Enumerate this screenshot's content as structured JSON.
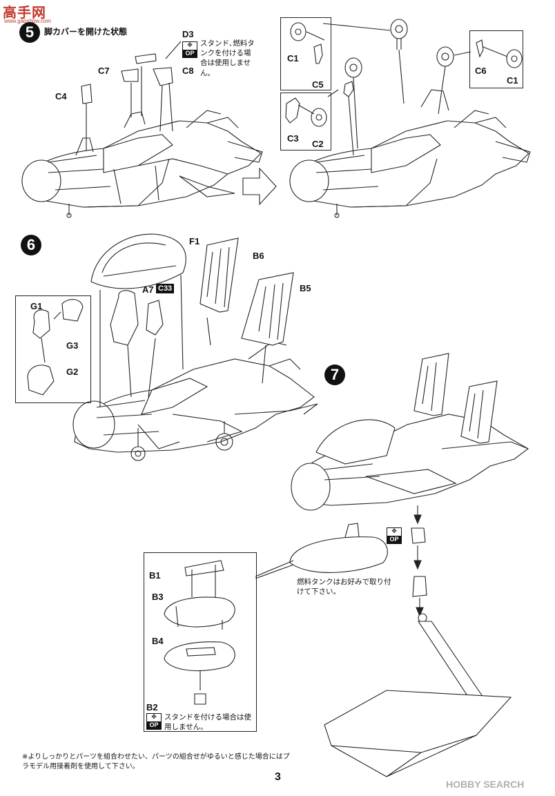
{
  "watermark_top": {
    "glyphs": "高手网",
    "url": "www.gaoshow.com"
  },
  "step5": {
    "number": "5",
    "title": "脚カバーを開けた状態",
    "op_label": "OP",
    "op_note": "スタンド､燃料タンクを付ける場合は使用しません。",
    "labels": {
      "d3": "D3",
      "c7": "C7",
      "c8": "C8",
      "c4": "C4",
      "c1a": "C1",
      "c5": "C5",
      "c3": "C3",
      "c2": "C2",
      "c6": "C6",
      "c1b": "C1"
    }
  },
  "step6": {
    "number": "6",
    "labels": {
      "f1": "F1",
      "b6": "B6",
      "b5": "B5",
      "a7": "A7",
      "c33": "C33",
      "g1": "G1",
      "g3": "G3",
      "g2": "G2"
    }
  },
  "step7": {
    "number": "7",
    "op_label": "OP",
    "tank_note": "燃料タンクはお好みで取り付けて下さい。",
    "labels": {
      "b1": "B1",
      "b3": "B3",
      "b4": "B4",
      "b2": "B2"
    },
    "b2_op_label": "OP",
    "b2_note": "スタンドを付ける場合は使用しません。"
  },
  "footnote": "※よりしっかりとパーツを組合わせたい、パーツの組合せがゆるいと感じた場合にはプラモデル用接着剤を使用して下さい。",
  "page_number": "3",
  "watermark_bottom": "HOBBY SEARCH"
}
